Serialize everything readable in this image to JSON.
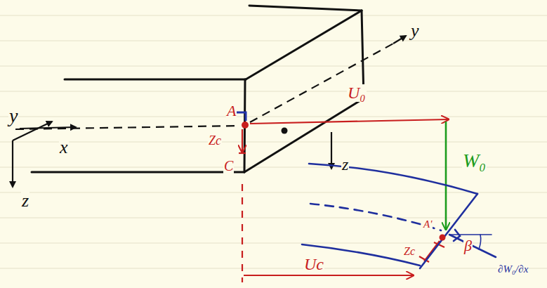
{
  "diagram": {
    "labels": [
      "y",
      "x",
      "z",
      "A",
      "Zc",
      "C",
      "y",
      "z",
      "U₀",
      "W₀",
      "A'",
      "Zc",
      "β",
      "∂W₀/∂x",
      "Uc"
    ]
  }
}
